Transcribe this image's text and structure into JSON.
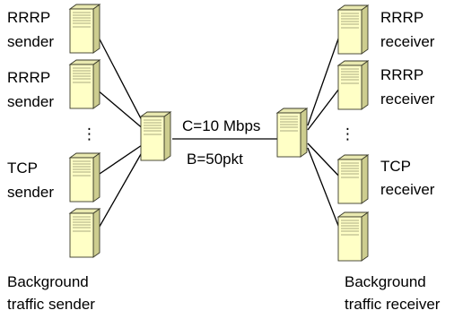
{
  "diagram": {
    "left_nodes": [
      {
        "label_lines": [
          "RRRP",
          "sender"
        ],
        "icon": "server-tower-icon"
      },
      {
        "label_lines": [
          "RRRP",
          "sender"
        ],
        "icon": "server-tower-icon"
      },
      {
        "label_lines": [
          "TCP",
          "sender"
        ],
        "icon": "server-tower-icon"
      },
      {
        "label_lines": [
          "Background",
          "traffic sender"
        ],
        "icon": "server-tower-icon"
      }
    ],
    "right_nodes": [
      {
        "label_lines": [
          "RRRP",
          "receiver"
        ],
        "icon": "server-tower-icon"
      },
      {
        "label_lines": [
          "RRRP",
          "receiver"
        ],
        "icon": "server-tower-icon"
      },
      {
        "label_lines": [
          "TCP",
          "receiver"
        ],
        "icon": "server-tower-icon"
      },
      {
        "label_lines": [
          "Background",
          "traffic receiver"
        ],
        "icon": "server-tower-icon"
      }
    ],
    "ellipsis": "⋮",
    "routers": [
      {
        "name": "left-router",
        "icon": "server-tower-icon"
      },
      {
        "name": "right-router",
        "icon": "server-tower-icon"
      }
    ],
    "link": {
      "capacity_label": "C=10 Mbps",
      "buffer_label": "B=50pkt"
    },
    "colors": {
      "server_face": "#ffffc6",
      "server_side": "#cdcd8f",
      "server_top": "#e9e9b0",
      "outline": "#3a3a2a",
      "line": "#000000"
    }
  }
}
